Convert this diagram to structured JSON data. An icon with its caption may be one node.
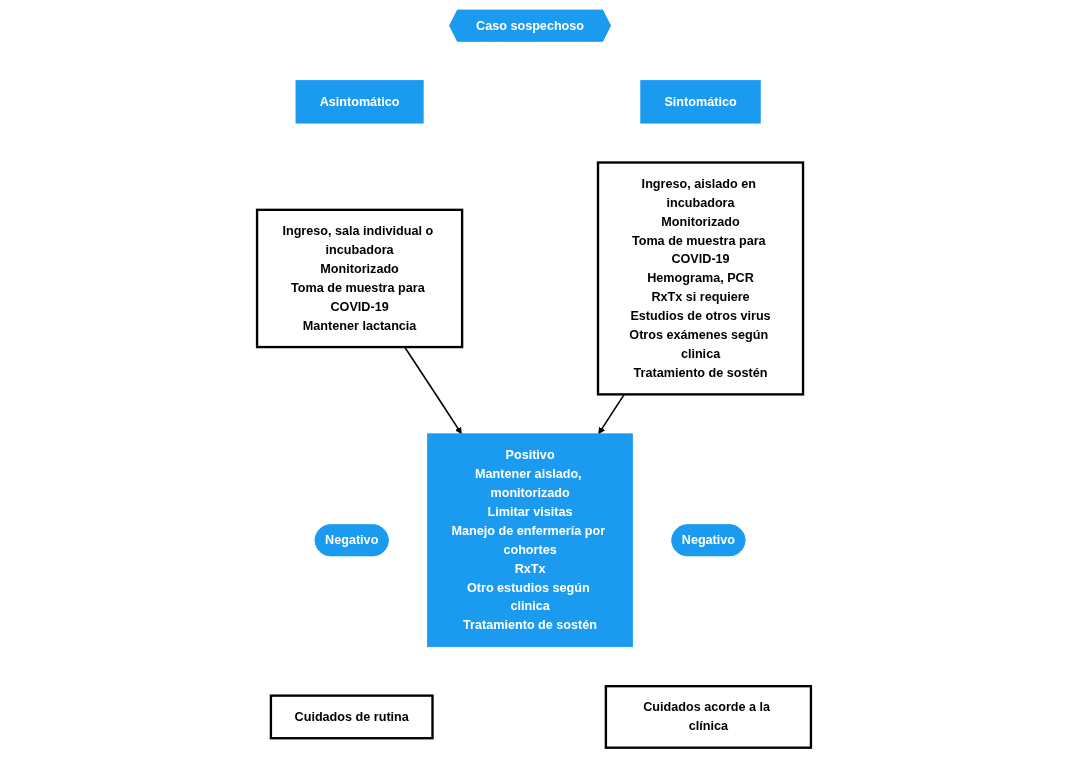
{
  "diagram": {
    "nodes": [
      {
        "text": [
          "Caso sospechoso"
        ]
      },
      {
        "text": [
          "Asintomático"
        ]
      },
      {
        "text": [
          "Sintomático"
        ]
      },
      {
        "text": [
          "Ingreso, sala individual o incubadora",
          "Monitorizado",
          "Toma de muestra para COVID-19",
          "Mantener lactancia"
        ]
      },
      {
        "text": [
          "Ingreso, aislado en incubadora",
          "Monitorizado",
          "Toma de muestra para COVID-19",
          "Hemograma, PCR",
          "RxTx si requiere",
          "Estudios de otros virus",
          "Otros exámenes según clinica",
          "Tratamiento de sostén"
        ]
      },
      {
        "text": [
          "Negativo"
        ]
      },
      {
        "text": [
          "Cuidados de rutina"
        ]
      },
      {
        "text": [
          "Positivo",
          "Mantener aislado, monitorizado",
          "Limitar visitas",
          "Manejo de enfermería por cohortes",
          "RxTx",
          "Otro estudios según clinica",
          "Tratamiento de sostén"
        ]
      },
      {
        "text": [
          "Negativo"
        ]
      },
      {
        "text": [
          "Cuidados acorde a la clínica"
        ]
      }
    ],
    "edges": [
      {
        "from": 3,
        "to": 7,
        "arrow": "to"
      },
      {
        "from": 4,
        "to": 7,
        "arrow": "to"
      }
    ]
  }
}
